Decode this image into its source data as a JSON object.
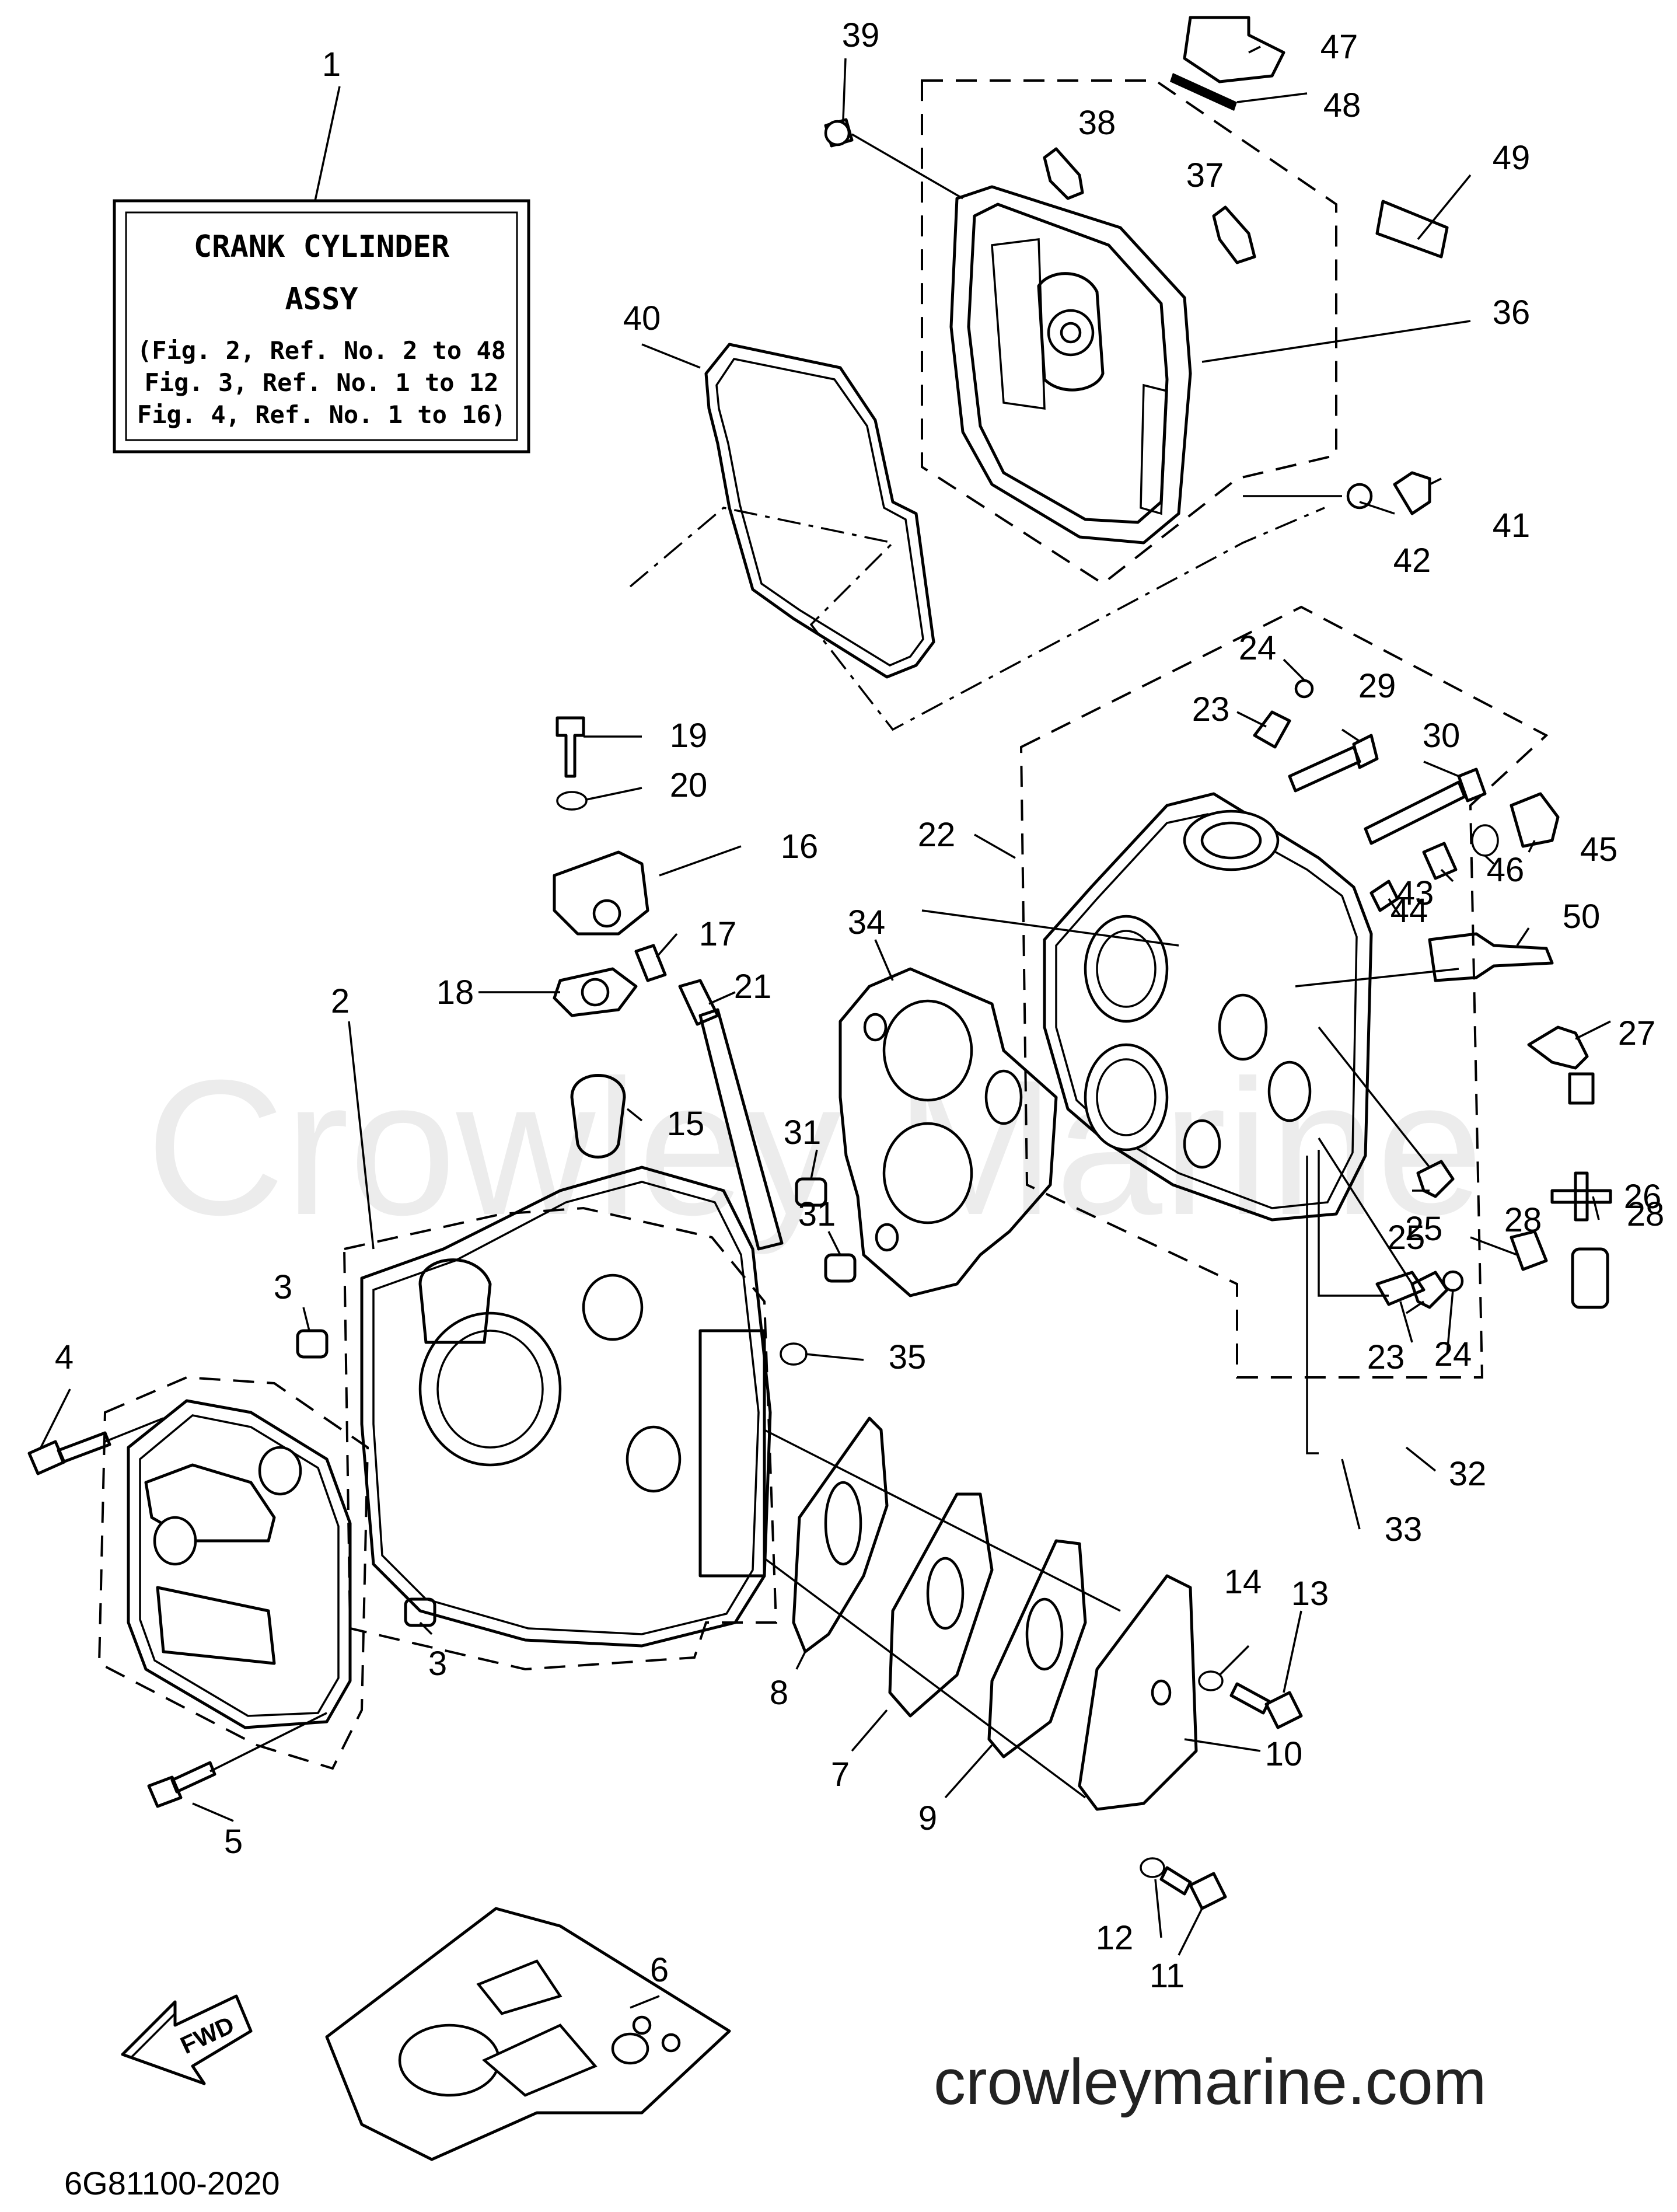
{
  "title_box": {
    "line1": "CRANK CYLINDER",
    "line2": "ASSY",
    "ref_lines": [
      "(Fig. 2, Ref. No. 2 to 48",
      "Fig. 3, Ref. No. 1 to 12",
      "Fig. 4, Ref. No. 1 to 16)"
    ]
  },
  "watermark": "Crowley Marine",
  "website": "crowleymarine.com",
  "fwd_label": "FWD",
  "diagram_code": "6G81100-2020",
  "callouts": [
    "1",
    "2",
    "3",
    "3",
    "4",
    "5",
    "6",
    "7",
    "8",
    "9",
    "10",
    "11",
    "12",
    "13",
    "14",
    "15",
    "16",
    "17",
    "18",
    "19",
    "20",
    "21",
    "22",
    "23",
    "23",
    "24",
    "24",
    "25",
    "25",
    "26",
    "27",
    "28",
    "28",
    "29",
    "30",
    "31",
    "31",
    "32",
    "33",
    "34",
    "35",
    "36",
    "37",
    "38",
    "39",
    "40",
    "41",
    "42",
    "43",
    "44",
    "45",
    "46",
    "47",
    "48",
    "49",
    "50"
  ]
}
